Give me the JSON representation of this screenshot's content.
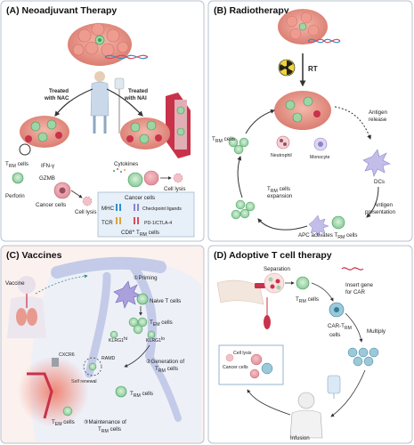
{
  "panels": {
    "a": {
      "title": "(A) Neoadjuvant Therapy",
      "treated_nac": [
        "Treated",
        "with NAC"
      ],
      "treated_nai": [
        "Treated",
        "with NAI"
      ],
      "trm_cells": "T",
      "trm_sub": "RM",
      "trm_suffix": " cells",
      "ifn": "IFN-γ",
      "gzmb": "GZMB",
      "perforin": "Perforin",
      "cancer_cells": "Cancer cells",
      "cell_lysis": "Cell lysis",
      "cytokines": "Cytokines",
      "cell_lysis_right": "Cell lysis",
      "cancer_cells_box": "Cancer cells",
      "mhc": "MHC",
      "tcr": "TCR",
      "checkpoint": "Checkpoint ligands",
      "pd1": "PD-1/CTLA-4",
      "cd8": "CD8",
      "cd8_sup": "+",
      "cd8_suffix": " cells"
    },
    "b": {
      "title": "(B) Radiotherapy",
      "rt": "RT",
      "antigen_release": [
        "Antigen",
        "release"
      ],
      "trm_cells": "cells",
      "neutrophil": "Neutrophil",
      "monocyte": "Monocyte",
      "dcs": "DCs",
      "trm_expansion": [
        "cells",
        "expansion"
      ],
      "antigen_presentation": [
        "Antigen",
        "presentation"
      ],
      "apc": "APC activates T",
      "apc_suffix": " cells"
    },
    "c": {
      "title": "(C) Vaccines",
      "vaccine": "Vaccine",
      "priming": "①Priming",
      "naive": "Naive T cells",
      "tem": "cells",
      "klrg1_hi": "KLRG1",
      "klrg1_lo": "KLRG1",
      "cxcr6": "CXCR6",
      "ramd": "RAMD",
      "self_renewal": "Self renewal",
      "generation": [
        "②Generation of",
        "cells"
      ],
      "trm": "cells",
      "maintenance": [
        "③Maintenance of",
        "cells"
      ]
    },
    "d": {
      "title": "(D) Adoptive T cell therapy",
      "separation": "Separation",
      "trm": "cells",
      "insert_gene": [
        "Insert gene",
        "for CAR"
      ],
      "car_trm": [
        "CAR-T",
        "cells"
      ],
      "multiply": "Multiply",
      "cell_lysis": "Cell lysis",
      "cancer_cells": "Cancer cells",
      "infusion": "Infusion"
    }
  },
  "subscripts": {
    "rm": "RM",
    "em": "EM",
    "hi": "hi",
    "lo": "lo"
  },
  "colors": {
    "panel_border": "#b9c3cf",
    "panel_a_bg": "#ffffff",
    "panel_c_bg": "#fbf0ee",
    "tumor": "#e89a8e",
    "t_cell": "#9ed5a6",
    "t_cell_core": "#3a9d56",
    "dc": "#8c84c9",
    "lung": "#cfd8ee",
    "flesh": "#f0c4c0",
    "blood": "#c8324a"
  }
}
